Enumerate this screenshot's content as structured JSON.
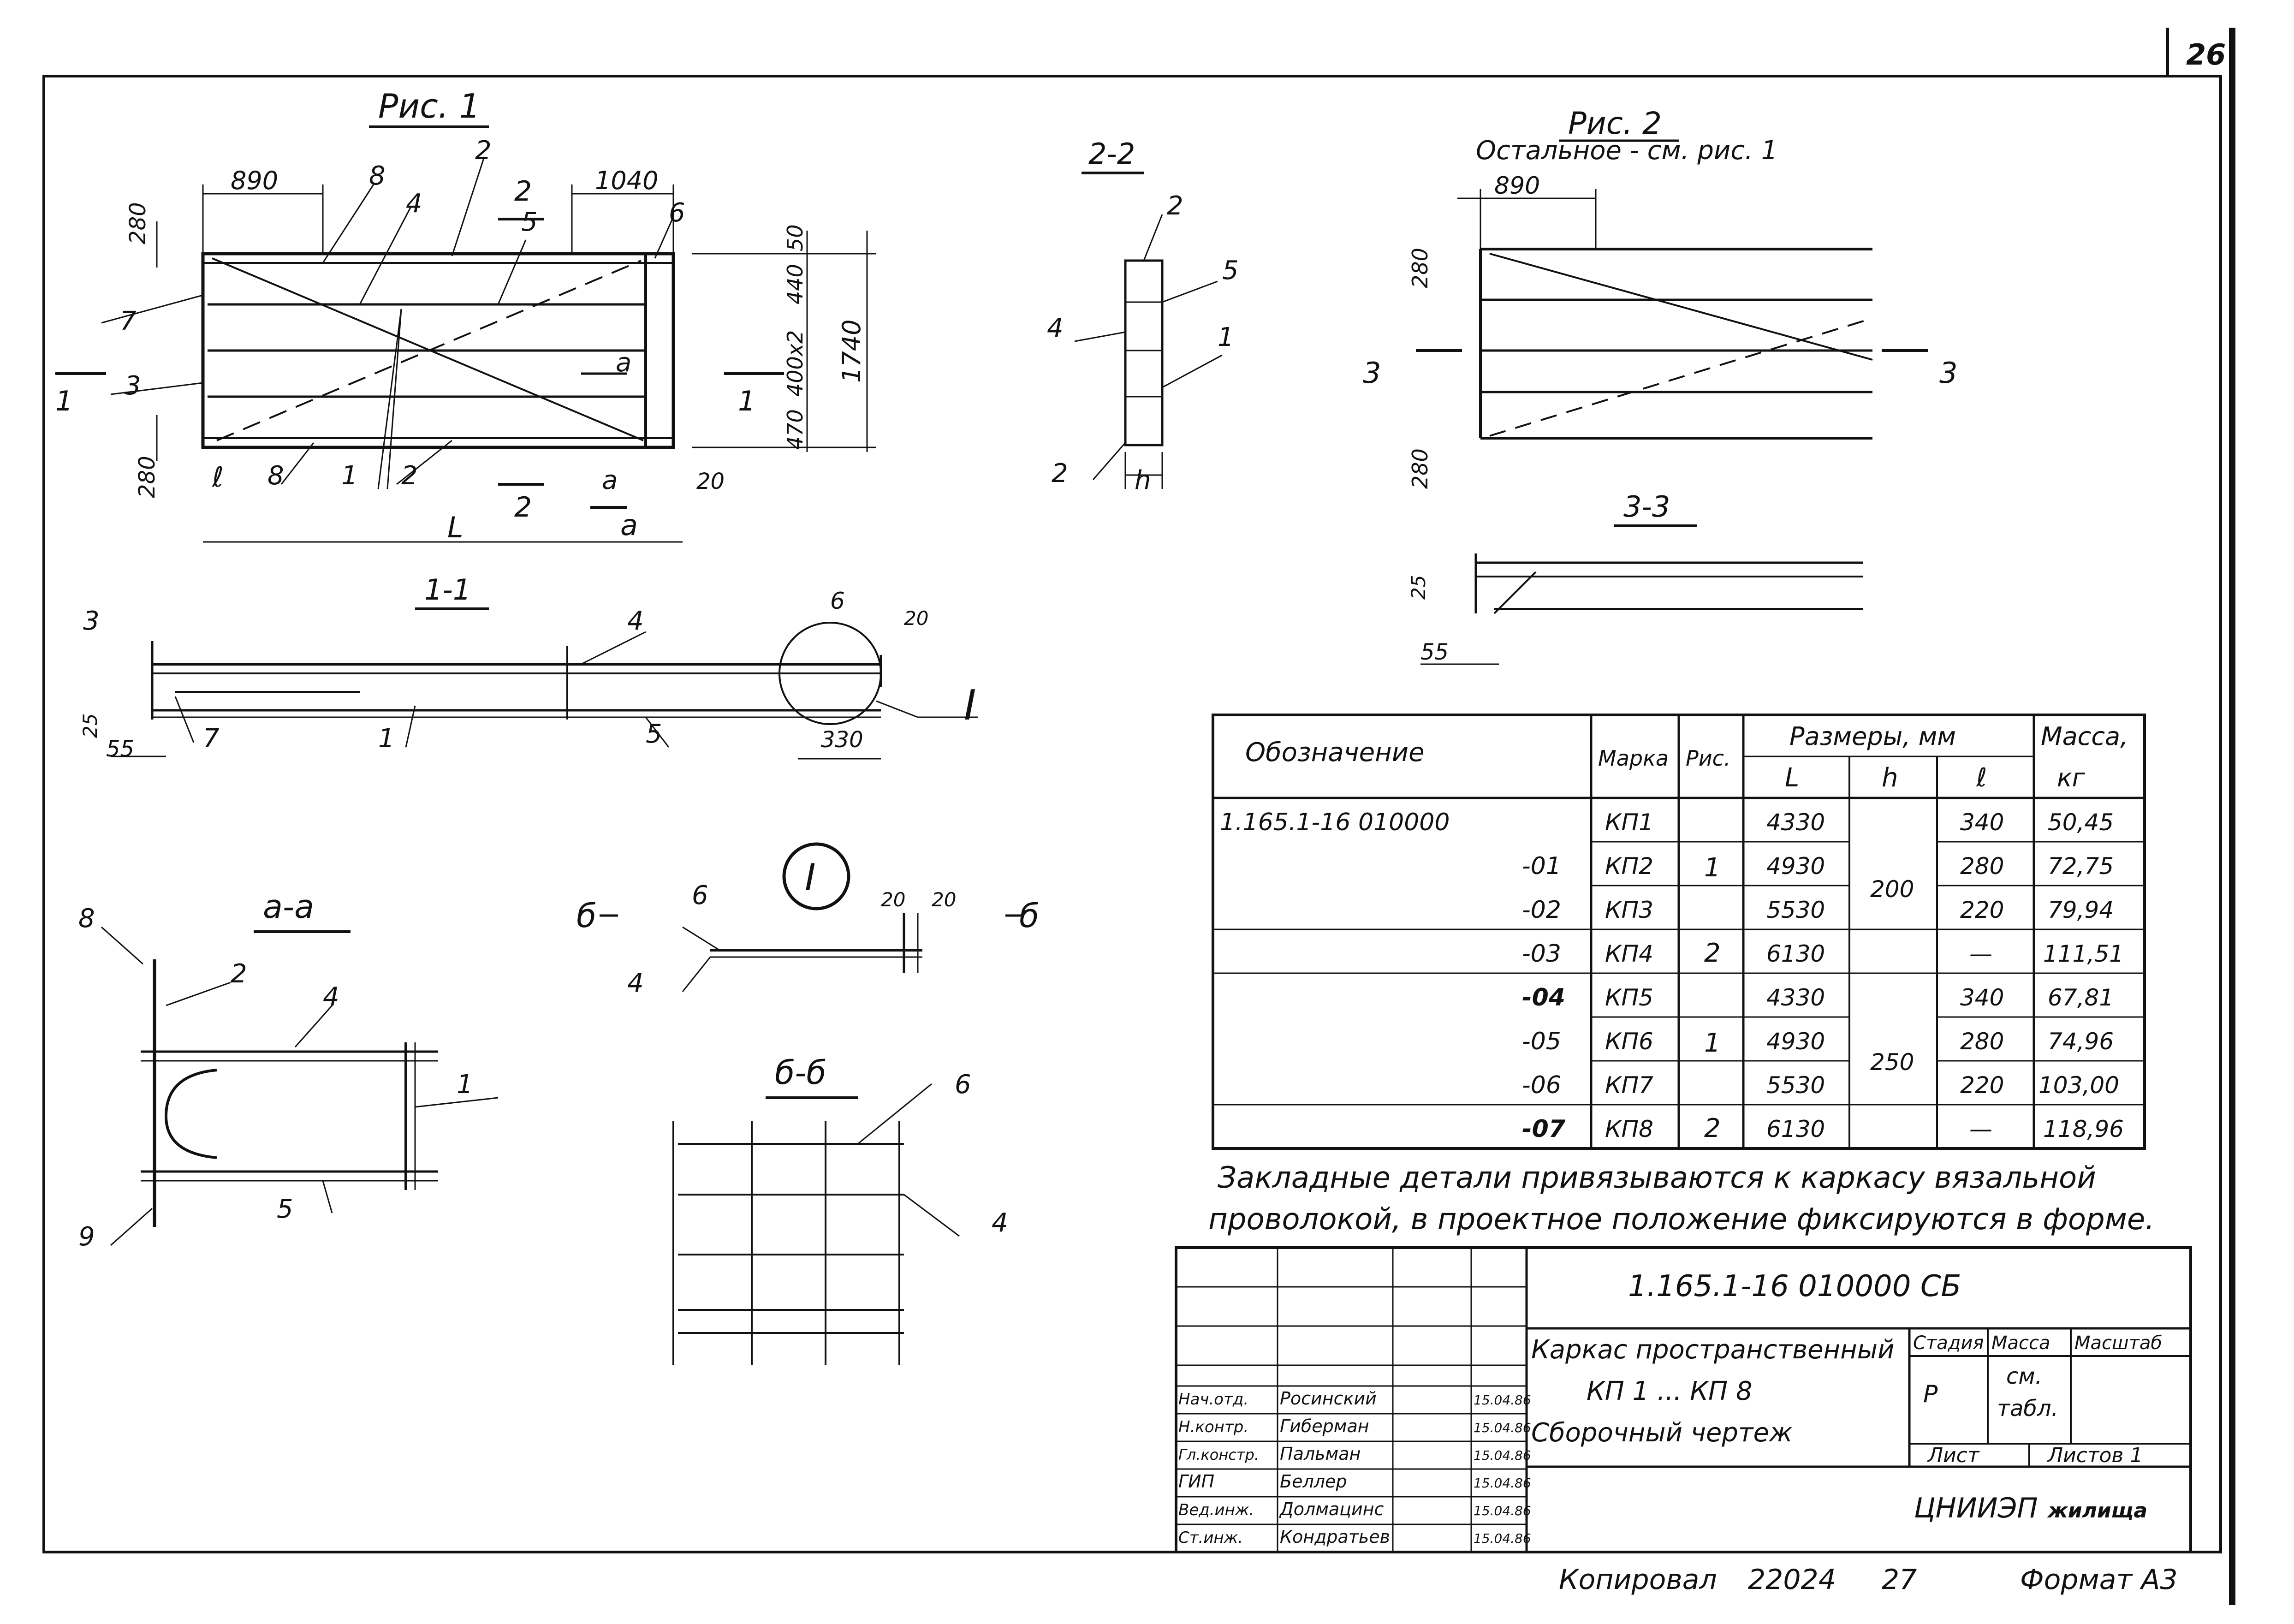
{
  "sheet": {
    "page_number": "26"
  },
  "fig1": {
    "title": "Рис. 1",
    "dims": {
      "d890": "890",
      "d1040": "1040",
      "d280a": "280",
      "d280b": "280",
      "d50": "50",
      "d440": "440",
      "d400x2": "400х2",
      "d470": "470",
      "d1740": "1740",
      "d20": "20",
      "l": "ℓ",
      "L": "L",
      "a": "a"
    },
    "items": {
      "p1": "1",
      "p2a": "2",
      "p2b": "2",
      "p3": "3",
      "p4": "4",
      "p5": "5",
      "p6": "6",
      "p7": "7",
      "p8a": "8",
      "p8b": "8"
    },
    "sections": {
      "s11_left": "1",
      "s11_right": "1",
      "s22_top": "2",
      "s22_bottom": "2",
      "aa_a1": "a",
      "aa_a2": "a"
    }
  },
  "sec22": {
    "title": "2-2",
    "items": {
      "p2a": "2",
      "p2b": "2",
      "p4": "4",
      "p5": "5",
      "p1": "1"
    },
    "h": "h"
  },
  "fig2": {
    "title": "Рис. 2",
    "subtitle": "Остальное - см. рис. 1",
    "dims": {
      "d890": "890",
      "d280a": "280",
      "d280b": "280"
    },
    "sections": {
      "s3_left": "3",
      "s3_right": "3"
    }
  },
  "sec33": {
    "title": "3-3",
    "dims": {
      "d25": "25",
      "d55": "55"
    }
  },
  "sec11": {
    "title": "1-1",
    "items": {
      "p3": "3",
      "p4": "4",
      "p1": "1",
      "p5": "5",
      "p7": "7",
      "p6": "6"
    },
    "dims": {
      "d25": "25",
      "d55": "55",
      "d330": "330",
      "d20": "20"
    },
    "node_label": "I"
  },
  "secaa": {
    "title": "a-a",
    "items": {
      "p8": "8",
      "p2": "2",
      "p4": "4",
      "p1": "1",
      "p5": "5",
      "p9": "9"
    }
  },
  "node1": {
    "title": "I",
    "items": {
      "p6": "6",
      "p4": "4"
    },
    "dims": {
      "d20a": "20",
      "d20b": "20"
    },
    "cut_left": "б",
    "cut_right": "б"
  },
  "secbb": {
    "title": "б-б",
    "items": {
      "p6": "6",
      "p4": "4"
    }
  },
  "table": {
    "headers": {
      "designation": "Обозначение",
      "mark": "Марка",
      "fig": "Рис.",
      "sizes": "Размеры, мм",
      "L": "L",
      "h": "h",
      "l": "ℓ",
      "mass": "Масса,",
      "mass_unit": "кг"
    },
    "rows": [
      {
        "designation": "1.165.1-16 010000",
        "mark": "КП1",
        "L": "4330",
        "l": "340",
        "mass": "50,45"
      },
      {
        "designation": "-01",
        "mark": "КП2",
        "L": "4930",
        "l": "280",
        "mass": "72,75"
      },
      {
        "designation": "-02",
        "mark": "КП3",
        "L": "5530",
        "l": "220",
        "mass": "79,94"
      },
      {
        "designation": "-03",
        "mark": "КП4",
        "L": "6130",
        "l": "—",
        "mass": "111,51"
      },
      {
        "designation": "-04",
        "mark": "КП5",
        "L": "4330",
        "l": "340",
        "mass": "67,81"
      },
      {
        "designation": "-05",
        "mark": "КП6",
        "L": "4930",
        "l": "280",
        "mass": "74,96"
      },
      {
        "designation": "-06",
        "mark": "КП7",
        "L": "5530",
        "l": "220",
        "mass": "103,00"
      },
      {
        "designation": "-07",
        "mark": "КП8",
        "L": "6130",
        "l": "—",
        "mass": "118,96"
      }
    ],
    "fig_groups": [
      "1",
      "2",
      "1",
      "2"
    ],
    "h_groups": [
      "200",
      "250"
    ]
  },
  "note": {
    "line1": "Закладные детали привязываются к каркасу вязальной",
    "line2": "проволокой, в проектное положение фиксируются в форме."
  },
  "titleblock": {
    "code": "1.165.1-16 010000 СБ",
    "name1": "Каркас пространственный",
    "name2": "КП 1 ... КП 8",
    "name3": "Сборочный чертеж",
    "stage_h": "Стадия",
    "mass_h": "Масса",
    "scale_h": "Масштаб",
    "stage": "Р",
    "mass1": "см.",
    "mass2": "табл.",
    "sheet_h": "Лист",
    "sheets_h": "Листов 1",
    "org1": "ЦНИИЭП",
    "org2": "жилища",
    "staff": [
      {
        "role": "Нач.отд.",
        "name": "Росинский",
        "date": "15.04.86"
      },
      {
        "role": "Н.контр.",
        "name": "Гиберман",
        "date": "15.04.86"
      },
      {
        "role": "Гл.констр.",
        "name": "Пальман",
        "date": "15.04.86"
      },
      {
        "role": "ГИП",
        "name": "Беллер",
        "date": "15.04.86"
      },
      {
        "role": "Вед.инж.",
        "name": "Долмацинс",
        "date": "15.04.86"
      },
      {
        "role": "Ст.инж.",
        "name": "Кондратьев",
        "date": "15.04.86"
      }
    ]
  },
  "footer": {
    "copied": "Копировал",
    "num": "22024",
    "page": "27",
    "format": "Формат А3"
  }
}
